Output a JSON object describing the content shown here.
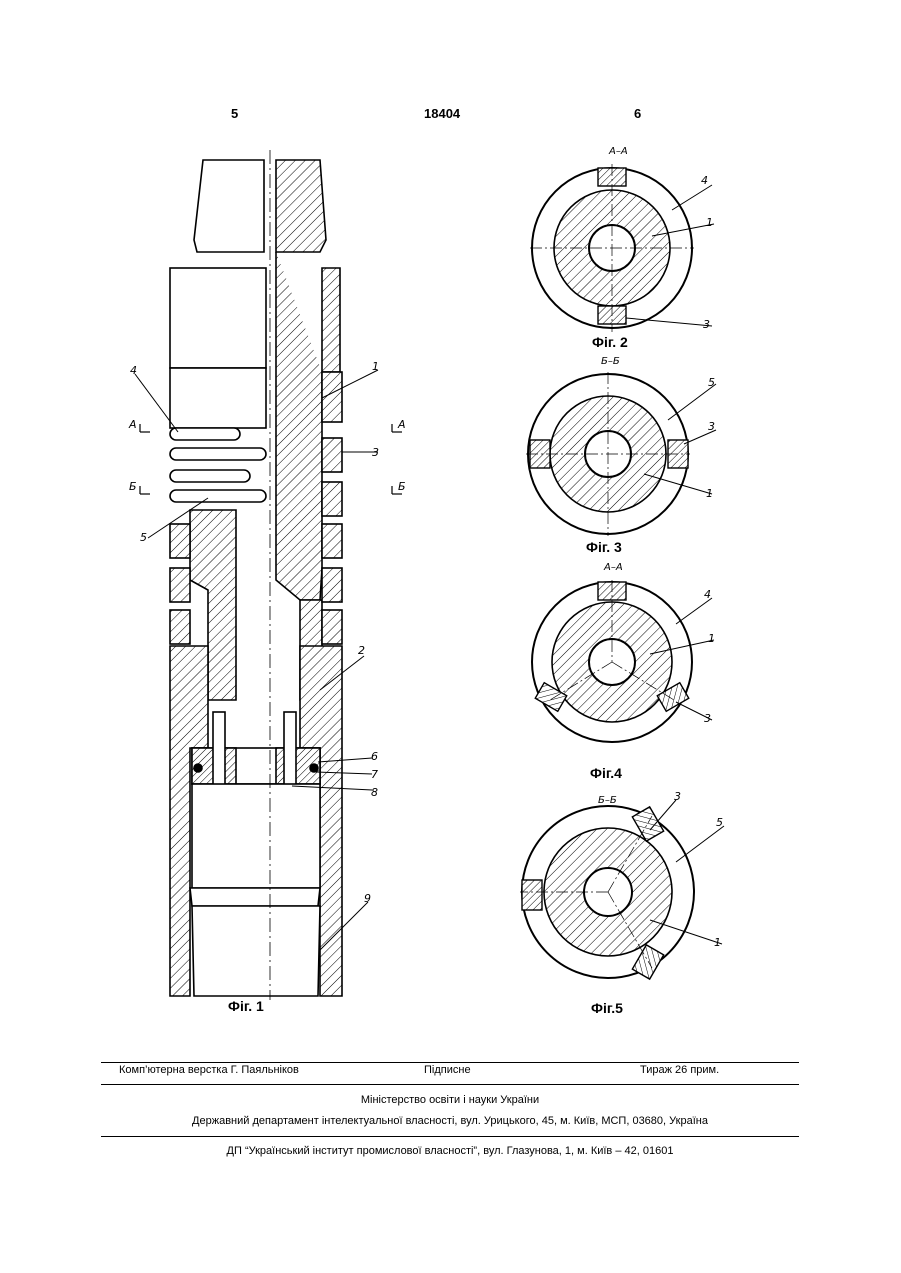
{
  "header": {
    "page_left": "5",
    "patent_number": "18404",
    "page_right": "6"
  },
  "figures": {
    "fig1": {
      "caption": "Фіг. 1",
      "callouts": [
        "1",
        "2",
        "3",
        "4",
        "5",
        "6",
        "7",
        "8",
        "9"
      ],
      "section_marks": [
        "А",
        "А",
        "Б",
        "Б"
      ]
    },
    "fig2": {
      "caption": "Фіг. 2",
      "section": "А–А",
      "callouts": [
        "4",
        "1",
        "3"
      ]
    },
    "fig3": {
      "caption": "Фіг. 3",
      "section": "Б–Б",
      "callouts": [
        "5",
        "3",
        "1"
      ]
    },
    "fig4": {
      "caption": "Фіг.4",
      "section": "А–А",
      "callouts": [
        "4",
        "1",
        "3"
      ]
    },
    "fig5": {
      "caption": "Фіг.5",
      "section": "Б–Б",
      "callouts": [
        "3",
        "5",
        "1"
      ]
    }
  },
  "footer": {
    "typesetter": "Комп’ютерна верстка Г. Паяльніков",
    "signed": "Підписне",
    "circulation": "Тираж 26 прим.",
    "ministry": "Міністерство освіти і науки України",
    "department": "Державний департамент інтелектуальної власності, вул. Урицького, 45, м. Київ, МСП, 03680, Україна",
    "institute": "ДП “Український інститут промислової власності”, вул. Глазунова, 1, м. Київ – 42, 01601"
  }
}
